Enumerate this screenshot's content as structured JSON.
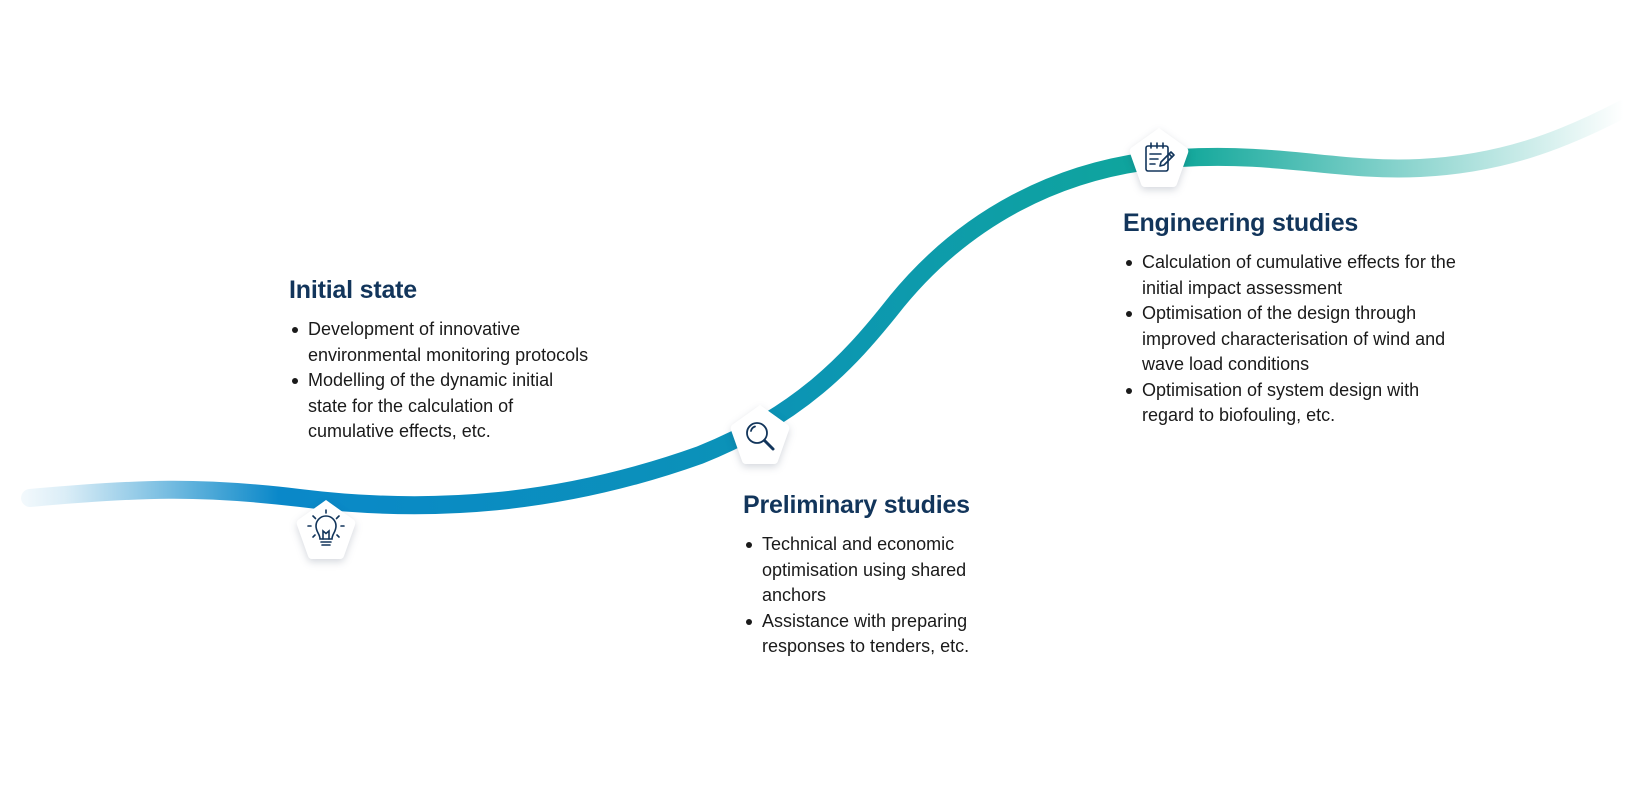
{
  "colors": {
    "curve_start": "#0a88c9",
    "curve_end": "#10a79a",
    "heading": "#12355b",
    "icon_stroke": "#12355b"
  },
  "stages": [
    {
      "title": "Initial state",
      "icon": "lightbulb-icon",
      "bullets": [
        "Development of innovative environmental monitoring protocols",
        "Modelling of the dynamic initial state for the calculation of cumulative effects, etc."
      ]
    },
    {
      "title": "Preliminary studies",
      "icon": "magnifier-icon",
      "bullets": [
        "Technical and economic optimisation using shared anchors",
        "Assistance with preparing responses to tenders, etc."
      ]
    },
    {
      "title": "Engineering studies",
      "icon": "notepad-pencil-icon",
      "bullets": [
        "Calculation of cumulative effects for the initial impact assessment",
        "Optimisation of the design through improved characterisation of wind and wave load conditions",
        "Optimisation of system design with regard to biofouling, etc."
      ]
    }
  ]
}
